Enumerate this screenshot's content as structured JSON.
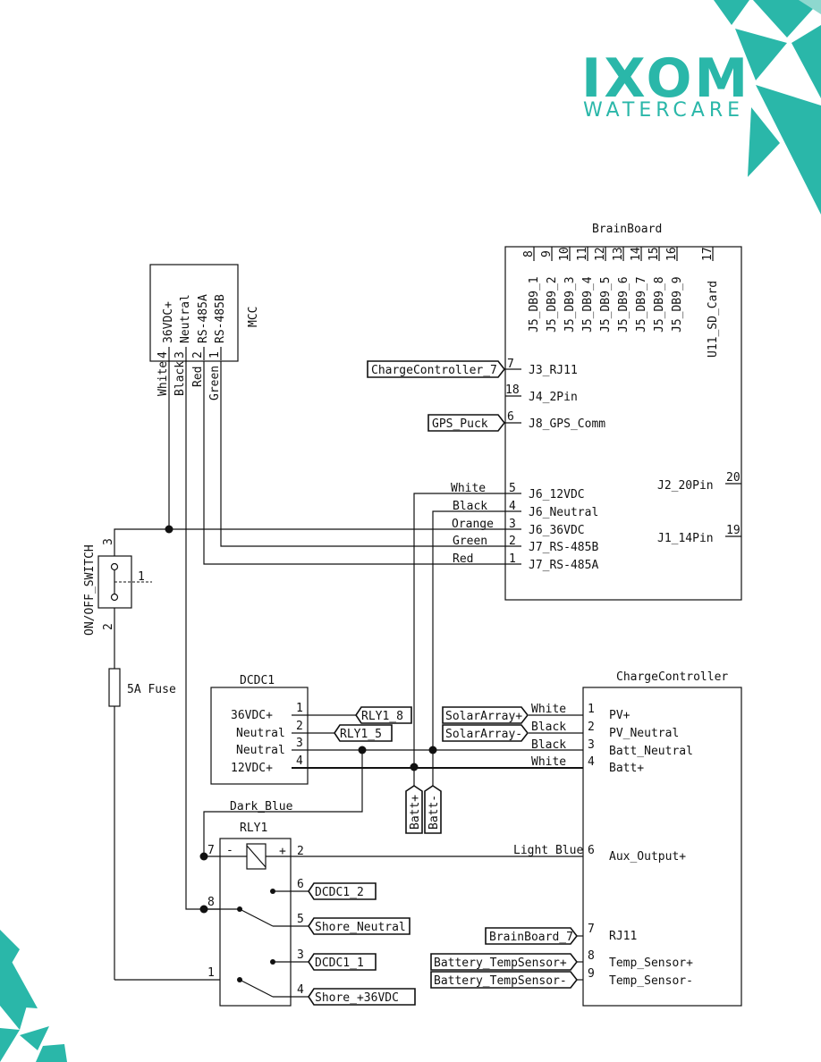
{
  "logo": {
    "name": "IXOM",
    "tagline": "WATERCARE",
    "color": "#2ab7a9"
  },
  "brainboard": {
    "title": "BrainBoard",
    "top_pins": [
      {
        "num": "8",
        "label": "J5_DB9_1"
      },
      {
        "num": "9",
        "label": "J5_DB9_2"
      },
      {
        "num": "10",
        "label": "J5_DB9_3"
      },
      {
        "num": "11",
        "label": "J5_DB9_4"
      },
      {
        "num": "12",
        "label": "J5_DB9_5"
      },
      {
        "num": "13",
        "label": "J5_DB9_6"
      },
      {
        "num": "14",
        "label": "J5_DB9_7"
      },
      {
        "num": "15",
        "label": "J5_DB9_8"
      },
      {
        "num": "16",
        "label": "J5_DB9_9"
      },
      {
        "num": "17",
        "label": "U11_SD_Card"
      }
    ],
    "left_pins": [
      {
        "num": "7",
        "label": "J3_RJ11"
      },
      {
        "num": "18",
        "label": "J4_2Pin"
      },
      {
        "num": "6",
        "label": "J8_GPS_Comm"
      },
      {
        "num": "5",
        "label": "J6_12VDC"
      },
      {
        "num": "4",
        "label": "J6_Neutral"
      },
      {
        "num": "3",
        "label": "J6_36VDC"
      },
      {
        "num": "2",
        "label": "J7_RS-485B"
      },
      {
        "num": "1",
        "label": "J7_RS-485A"
      }
    ],
    "right_pins": [
      {
        "num": "20",
        "label": "J2_20Pin"
      },
      {
        "num": "19",
        "label": "J1_14Pin"
      }
    ],
    "wires": [
      "White",
      "Black",
      "Orange",
      "Green",
      "Red"
    ],
    "net_labels": {
      "charge": "ChargeController_7",
      "gps": "GPS_Puck"
    }
  },
  "mcc": {
    "title": "MCC",
    "pins": [
      {
        "num": "4",
        "label": "36VDC+",
        "wire": "White"
      },
      {
        "num": "3",
        "label": "Neutral",
        "wire": "Black"
      },
      {
        "num": "2",
        "label": "RS-485A",
        "wire": "Red"
      },
      {
        "num": "1",
        "label": "RS-485B",
        "wire": "Green"
      }
    ]
  },
  "switch": {
    "title": "ON/OFF_SWITCH",
    "pins": [
      "3",
      "1",
      "2"
    ]
  },
  "fuse": {
    "label": "5A Fuse"
  },
  "dcdc": {
    "title": "DCDC1",
    "pins": [
      {
        "num": "1",
        "label": "36VDC+"
      },
      {
        "num": "2",
        "label": "Neutral"
      },
      {
        "num": "3",
        "label": "Neutral"
      },
      {
        "num": "4",
        "label": "12VDC+"
      }
    ],
    "net_labels": [
      "RLY1_8",
      "RLY1_5"
    ]
  },
  "batt_labels": [
    "Batt+",
    "Batt-"
  ],
  "relay": {
    "title": "RLY1",
    "wire_label": "Dark_Blue",
    "coil_minus": "-",
    "coil_plus": "+",
    "pins": [
      "7",
      "2",
      "6",
      "8",
      "5",
      "3",
      "1",
      "4"
    ],
    "net_labels": [
      "DCDC1_2",
      "Shore_Neutral",
      "DCDC1_1",
      "Shore_+36VDC"
    ]
  },
  "charge_controller": {
    "title": "ChargeController",
    "pins": [
      {
        "num": "1",
        "label": "PV+",
        "wire": "White"
      },
      {
        "num": "2",
        "label": "PV_Neutral",
        "wire": "Black"
      },
      {
        "num": "3",
        "label": "Batt_Neutral",
        "wire": "Black"
      },
      {
        "num": "4",
        "label": "Batt+",
        "wire": "White"
      },
      {
        "num": "6",
        "label": "Aux_Output+",
        "wire": "Light_Blue"
      },
      {
        "num": "7",
        "label": "RJ11"
      },
      {
        "num": "8",
        "label": "Temp_Sensor+"
      },
      {
        "num": "9",
        "label": "Temp_Sensor-"
      }
    ],
    "net_labels": [
      "SolarArray+",
      "SolarArray-",
      "BrainBoard_7",
      "Battery_TempSensor+",
      "Battery_TempSensor-"
    ]
  }
}
